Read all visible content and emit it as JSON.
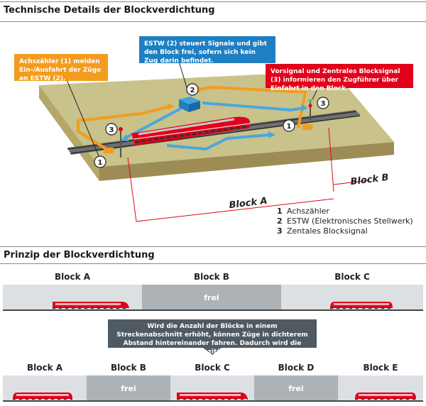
{
  "section1": {
    "title": "Technische Details der Blockverdichtung",
    "callout_achszaehler": "Achszähler (1) melden Ein-/Ausfahrt der Züge an ESTW (2).",
    "callout_estw": "ESTW (2) steuert Signale und gibt den Block frei, sofern sich kein Zug darin befindet.",
    "callout_signal": "Vorsignal und Zentrales Blocksignal (3) informieren den Zugführer über Einfahrt in den Block.",
    "block_a": "Block A",
    "block_b": "Block B",
    "marker_1": "1",
    "marker_2": "2",
    "marker_3": "3",
    "legend": [
      {
        "num": "1",
        "text": "Achszähler"
      },
      {
        "num": "2",
        "text": "ESTW (Elektronisches Stellwerk)"
      },
      {
        "num": "3",
        "text": "Zentales Blocksignal"
      }
    ],
    "colors": {
      "orange": "#f39c1e",
      "blue": "#1e7fc1",
      "red": "#e2001a",
      "ground": "#c9c28a"
    }
  },
  "section2": {
    "title": "Prinzip der Blockverdichtung",
    "row1_blocks": [
      "Block A",
      "Block B",
      "Block C"
    ],
    "row1_free": "frei",
    "banner": "Wird die Anzahl der Blöcke in einem Streckenabschnitt erhöht, können Züge in dichterem Abstand hintereinander fahren. Dadurch wird  die Streckenkapazität gesteigert.",
    "row2_blocks": [
      "Block A",
      "Block B",
      "Block C",
      "Block D",
      "Block E"
    ],
    "row2_free": "frei"
  }
}
